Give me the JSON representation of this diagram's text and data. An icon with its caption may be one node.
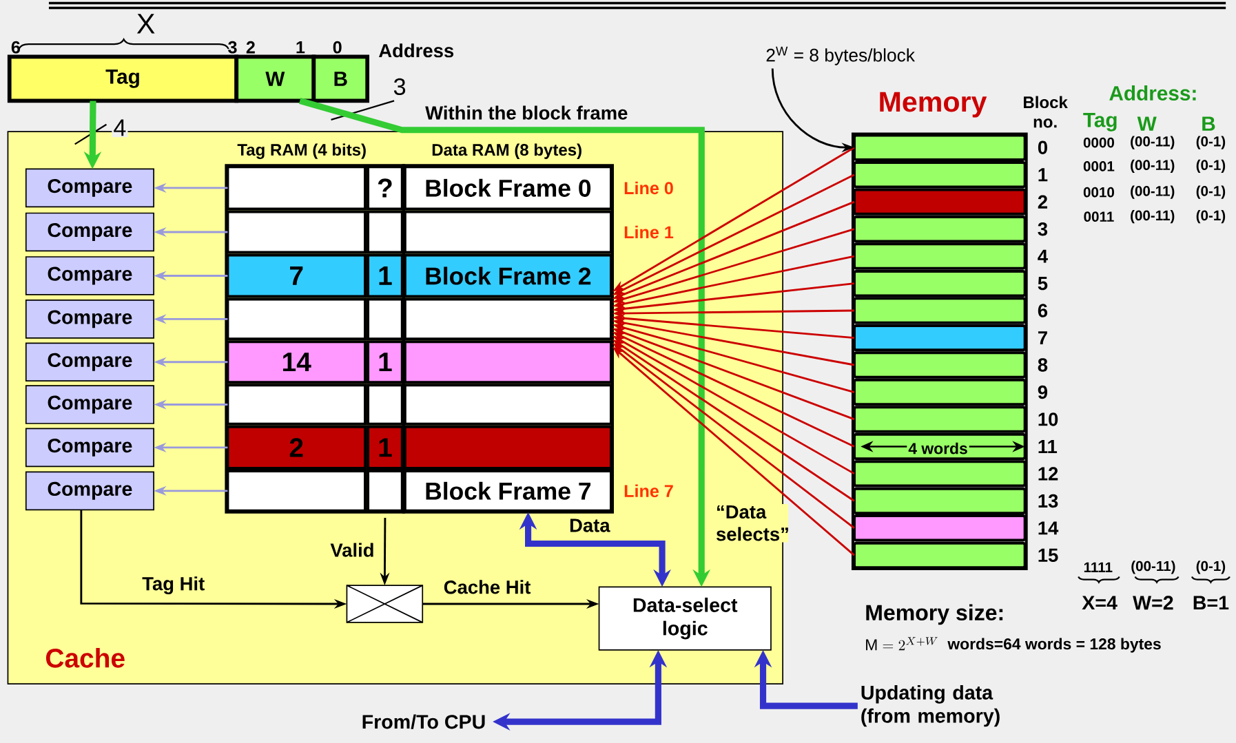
{
  "diagram": {
    "nodes": [
      {
        "text": [
          "Tag"
        ]
      },
      {
        "text": [
          "W"
        ]
      },
      {
        "text": [
          "B"
        ]
      },
      {
        "text": [
          "Cache"
        ]
      },
      {
        "text": [
          "Compare"
        ],
        "in": 3
      },
      {
        "text": [
          "Compare"
        ],
        "in": 3
      },
      {
        "text": [
          "Compare"
        ],
        "in": 3
      },
      {
        "text": [
          "Compare"
        ],
        "in": 3
      },
      {
        "text": [
          "Compare"
        ],
        "in": 3
      },
      {
        "text": [
          "Compare"
        ],
        "in": 3
      },
      {
        "text": [
          "Compare"
        ],
        "in": 3
      },
      {
        "text": [
          "Compare"
        ],
        "in": 3
      },
      {
        "text": [
          "Tag RAM (4 bits)"
        ],
        "in": 3
      },
      {
        "text": [],
        "shape": "box",
        "in": 12
      },
      {
        "text": [
          "?"
        ],
        "in": 12
      },
      {
        "text": [],
        "shape": "box",
        "in": 12
      },
      {
        "text": [],
        "shape": "box",
        "in": 12
      },
      {
        "text": [
          "7"
        ],
        "in": 12
      },
      {
        "text": [
          "1"
        ],
        "in": 12
      },
      {
        "text": [],
        "shape": "box",
        "in": 12
      },
      {
        "text": [],
        "shape": "box",
        "in": 12
      },
      {
        "text": [
          "14"
        ],
        "in": 12
      },
      {
        "text": [
          "1"
        ],
        "in": 12
      },
      {
        "text": [],
        "shape": "box",
        "in": 12
      },
      {
        "text": [],
        "shape": "box",
        "in": 12
      },
      {
        "text": [
          "2"
        ],
        "in": 12
      },
      {
        "text": [
          "1"
        ],
        "in": 12
      },
      {
        "text": [],
        "shape": "box",
        "in": 12
      },
      {
        "text": [],
        "shape": "box",
        "in": 12
      },
      {
        "text": [
          "Data RAM (8 bytes)"
        ],
        "in": 3
      },
      {
        "text": [
          "Block Frame 0"
        ],
        "in": 29,
        "beside": [
          "Line 0"
        ]
      },
      {
        "text": [],
        "shape": "box",
        "in": 29,
        "beside": [
          "Line 1"
        ]
      },
      {
        "text": [
          "Block Frame 2"
        ],
        "in": 29
      },
      {
        "text": [],
        "shape": "box",
        "in": 29
      },
      {
        "text": [],
        "shape": "box",
        "in": 29
      },
      {
        "text": [],
        "shape": "box",
        "in": 29
      },
      {
        "text": [],
        "shape": "box",
        "in": 29
      },
      {
        "text": [
          "Block Frame 7"
        ],
        "in": 29,
        "beside": [
          "Line 7"
        ]
      },
      {
        "text": [
          "Data-select logic"
        ],
        "in": 3
      },
      {
        "text": [],
        "shape": "box",
        "in": 3
      },
      {
        "text": [
          "From/To CPU"
        ]
      },
      {
        "text": [
          "Updating data (from memory)"
        ]
      },
      {
        "text": [
          "Memory"
        ]
      },
      {
        "text": [],
        "shape": "bar",
        "in": 42,
        "beside": [
          "0"
        ]
      },
      {
        "text": [],
        "shape": "bar",
        "in": 42,
        "beside": [
          "1"
        ]
      },
      {
        "text": [],
        "shape": "bar",
        "in": 42,
        "beside": [
          "2"
        ]
      },
      {
        "text": [],
        "shape": "bar",
        "in": 42,
        "beside": [
          "3"
        ]
      },
      {
        "text": [],
        "shape": "bar",
        "in": 42,
        "beside": [
          "4"
        ]
      },
      {
        "text": [],
        "shape": "bar",
        "in": 42,
        "beside": [
          "5"
        ]
      },
      {
        "text": [],
        "shape": "bar",
        "in": 42,
        "beside": [
          "6"
        ]
      },
      {
        "text": [],
        "shape": "bar",
        "in": 42,
        "beside": [
          "7"
        ]
      },
      {
        "text": [],
        "shape": "bar",
        "in": 42,
        "beside": [
          "8"
        ]
      },
      {
        "text": [],
        "shape": "bar",
        "in": 42,
        "beside": [
          "9"
        ]
      },
      {
        "text": [],
        "shape": "bar",
        "in": 42,
        "beside": [
          "10"
        ]
      },
      {
        "text": [],
        "shape": "bar",
        "in": 42,
        "beside": [
          "11"
        ]
      },
      {
        "text": [],
        "shape": "bar",
        "in": 42,
        "beside": [
          "12"
        ]
      },
      {
        "text": [],
        "shape": "bar",
        "in": 42,
        "beside": [
          "13"
        ]
      },
      {
        "text": [],
        "shape": "bar",
        "in": 42,
        "beside": [
          "14"
        ]
      },
      {
        "text": [],
        "shape": "bar",
        "in": 42,
        "beside": [
          "15"
        ]
      },
      {
        "text": [
          "2$^{W}$ = 8 bytes/block"
        ]
      }
    ],
    "edges": [
      {
        "from": 0,
        "to": 4,
        "arrow": "to",
        "label": "4",
        "style": "thick",
        "color": "#33cc33"
      },
      {
        "from": 1,
        "to": 38,
        "arrow": "to",
        "label": "3",
        "style": "thick",
        "color": "#33cc33"
      },
      {
        "from": 13,
        "to": 4,
        "arrow": "to",
        "color": "#9999dd"
      },
      {
        "from": 15,
        "to": 5,
        "arrow": "to",
        "color": "#9999dd"
      },
      {
        "from": 17,
        "to": 6,
        "arrow": "to",
        "color": "#9999dd"
      },
      {
        "from": 19,
        "to": 7,
        "arrow": "to",
        "color": "#9999dd"
      },
      {
        "from": 21,
        "to": 8,
        "arrow": "to",
        "color": "#9999dd"
      },
      {
        "from": 23,
        "to": 9,
        "arrow": "to",
        "color": "#9999dd"
      },
      {
        "from": 25,
        "to": 10,
        "arrow": "to",
        "color": "#9999dd"
      },
      {
        "from": 27,
        "to": 11,
        "arrow": "to",
        "color": "#9999dd"
      },
      {
        "from": 43,
        "to": 29,
        "arrow": "to"
      },
      {
        "from": 44,
        "to": 29,
        "arrow": "to"
      },
      {
        "from": 45,
        "to": 29,
        "arrow": "to"
      },
      {
        "from": 46,
        "to": 29,
        "arrow": "to"
      },
      {
        "from": 47,
        "to": 29,
        "arrow": "to"
      },
      {
        "from": 48,
        "to": 29,
        "arrow": "to"
      },
      {
        "from": 49,
        "to": 29,
        "arrow": "to"
      },
      {
        "from": 50,
        "to": 29,
        "arrow": "to"
      },
      {
        "from": 51,
        "to": 29,
        "arrow": "to"
      },
      {
        "from": 52,
        "to": 29,
        "arrow": "to"
      },
      {
        "from": 53,
        "to": 29,
        "arrow": "to"
      },
      {
        "from": 54,
        "to": 29,
        "arrow": "to"
      },
      {
        "from": 55,
        "to": 29,
        "arrow": "to"
      },
      {
        "from": 56,
        "to": 29,
        "arrow": "to"
      },
      {
        "from": 57,
        "to": 29,
        "arrow": "to"
      },
      {
        "from": 58,
        "to": 29,
        "arrow": "to"
      },
      {
        "from": 11,
        "to": 39,
        "arrow": "to",
        "label": "Tag Hit",
        "color": "#000000"
      },
      {
        "from": 28,
        "to": 39,
        "arrow": "to",
        "label": "Valid",
        "color": "#000000"
      },
      {
        "from": 39,
        "to": 38,
        "arrow": "to",
        "label": "Cache Hit",
        "color": "#000000"
      },
      {
        "from": 29,
        "to": 38,
        "arrow": "both",
        "label": "Data",
        "style": "thick",
        "color": "#3333cc"
      },
      {
        "from": 38,
        "to": 40,
        "arrow": "both",
        "style": "thick",
        "color": "#3333cc"
      },
      {
        "from": 41,
        "to": 38,
        "arrow": "to",
        "style": "thick",
        "color": "#3333cc"
      },
      {
        "from": 59,
        "to": 43,
        "arrow": "to",
        "color": "#000000"
      }
    ],
    "labels": [
      "X",
      "6",
      "3",
      "2",
      "1",
      "0",
      "Address",
      "Within the block frame",
      "Block no.",
      "Address:",
      "Tag",
      "W",
      "B",
      "0000",
      "(00-11)",
      "(0-1)",
      "0001",
      "(00-11)",
      "(0-1)",
      "0010",
      "(00-11)",
      "(0-1)",
      "0011",
      "(00-11)",
      "(0-1)",
      "4 words",
      "“Data selects”",
      "1111",
      "(00-11)",
      "(0-1)",
      "X=4",
      "W=2",
      "B=1",
      "Memory size:",
      "\\mathrm{M}=2^{X + W}",
      "words=64 words = 128 bytes"
    ]
  }
}
